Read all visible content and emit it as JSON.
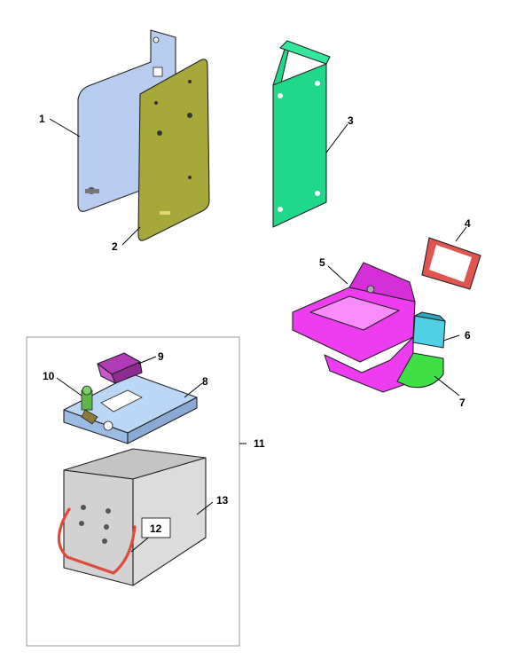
{
  "diagram": {
    "callouts": [
      {
        "id": "c1",
        "label": "1"
      },
      {
        "id": "c2",
        "label": "2"
      },
      {
        "id": "c3",
        "label": "3"
      },
      {
        "id": "c4",
        "label": "4"
      },
      {
        "id": "c5",
        "label": "5"
      },
      {
        "id": "c6",
        "label": "6"
      },
      {
        "id": "c7",
        "label": "7"
      },
      {
        "id": "c8",
        "label": "8"
      },
      {
        "id": "c9",
        "label": "9"
      },
      {
        "id": "c10",
        "label": "10"
      },
      {
        "id": "c11",
        "label": "11"
      },
      {
        "id": "c12",
        "label": "12"
      },
      {
        "id": "c13",
        "label": "13"
      }
    ],
    "colors": {
      "part1_panel": "#b7cdf0",
      "part2_panel": "#a6a83a",
      "part3_bracket": "#1fd88a",
      "part4_gasket": "#e0554f",
      "part5_hopper": "#ee3cf0",
      "part6_plate": "#4fd0e4",
      "part7_tray": "#3fe046",
      "part8_lid": "#bcd6f5",
      "part9_chute": "#b13ab6",
      "part10_valve": "#5fb54a",
      "part12_handle": "#e04a3c",
      "part13_box": "#d2d2d2"
    }
  }
}
